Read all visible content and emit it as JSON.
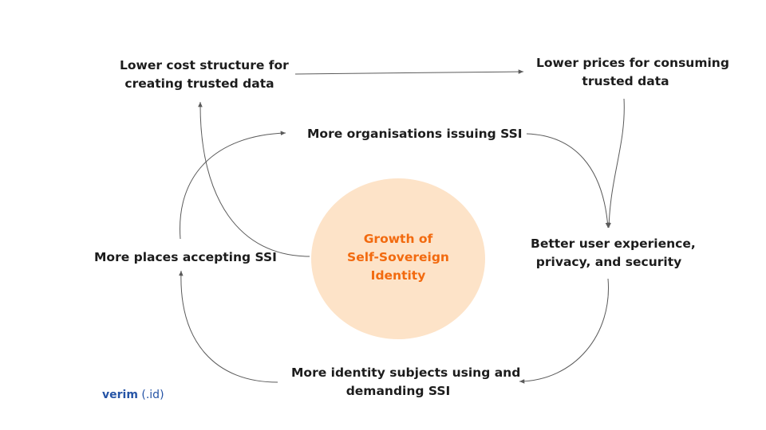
{
  "center": {
    "line1": "Growth of",
    "line2": "Self-Sovereign",
    "line3": "Identity"
  },
  "nodes": {
    "lower_cost": {
      "line1": "Lower cost structure for",
      "line2": "creating trusted data"
    },
    "lower_prices": {
      "line1": "Lower prices for consuming",
      "line2": "trusted data"
    },
    "orgs_issuing": {
      "line1": "More organisations issuing SSI"
    },
    "better_ux": {
      "line1": "Better user experience,",
      "line2": "privacy, and security"
    },
    "subjects_using": {
      "line1": "More identity subjects using and",
      "line2": "demanding SSI"
    },
    "places_accepting": {
      "line1": "More places accepting SSI"
    }
  },
  "logo": {
    "name": "verim",
    "suffix": "(.id)"
  },
  "colors": {
    "hub_fill": "#fde3c8",
    "hub_text": "#f26a0f",
    "logo": "#2554a6",
    "edge": "#5a5a5a"
  }
}
